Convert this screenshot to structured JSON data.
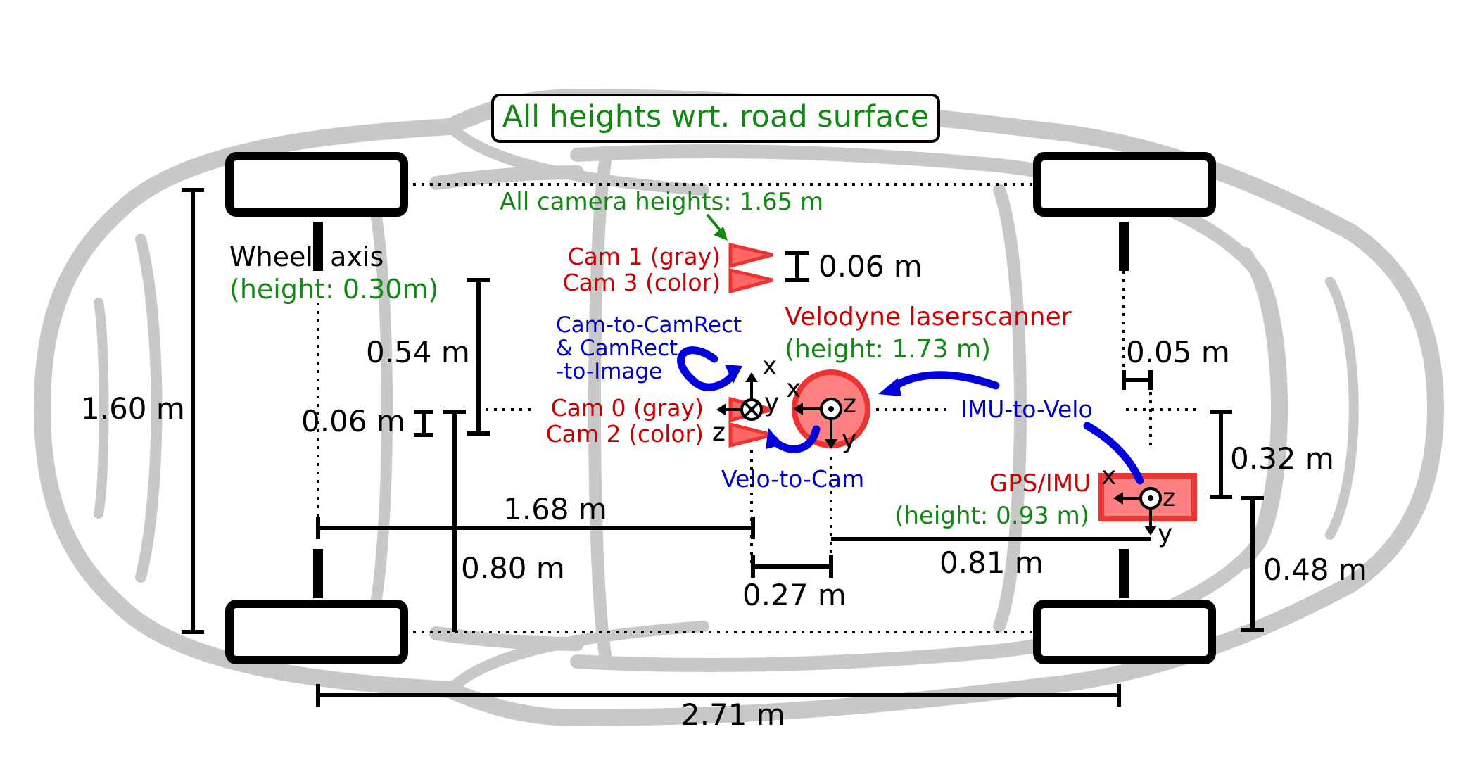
{
  "title": "All heights wrt. road surface",
  "cameras_note": "All camera heights: 1.65 m",
  "wheel_axis": {
    "label": "Wheel  axis",
    "height": "(height: 0.30m)"
  },
  "cameras": {
    "cam1": "Cam 1 (gray)",
    "cam3": "Cam 3 (color)",
    "cam0": "Cam 0 (gray)",
    "cam2": "Cam 2 (color)",
    "stereo_offset": "0.06 m"
  },
  "velodyne": {
    "label": "Velodyne laserscanner",
    "height": "(height: 1.73 m)"
  },
  "gps": {
    "label": "GPS/IMU",
    "height": "(height: 0.93 m)"
  },
  "transforms": {
    "cam_rect": [
      "Cam-to-CamRect",
      "& CamRect",
      "-to-Image"
    ],
    "velo_to_cam": "Velo-to-Cam",
    "imu_to_velo": "IMU-to-Velo"
  },
  "axes": {
    "x": "x",
    "y": "y",
    "z": "z"
  },
  "dimensions": {
    "track_width": "1.60 m",
    "wheelbase": "2.71 m",
    "axle_to_cam": "1.68 m",
    "cam_to_velo": "0.27 m",
    "velo_to_gps": "0.81 m",
    "cam_lateral": "0.54 m",
    "cam_lateral_small": "0.06 m",
    "cam_side": "0.80 m",
    "gps_offset_x": "0.05 m",
    "gps_offset_y1": "0.32 m",
    "gps_offset_y2": "0.48 m"
  },
  "colors": {
    "red": "#cc0000",
    "green": "#118811",
    "blue": "#0000cc",
    "car": "#c8c8c8"
  }
}
